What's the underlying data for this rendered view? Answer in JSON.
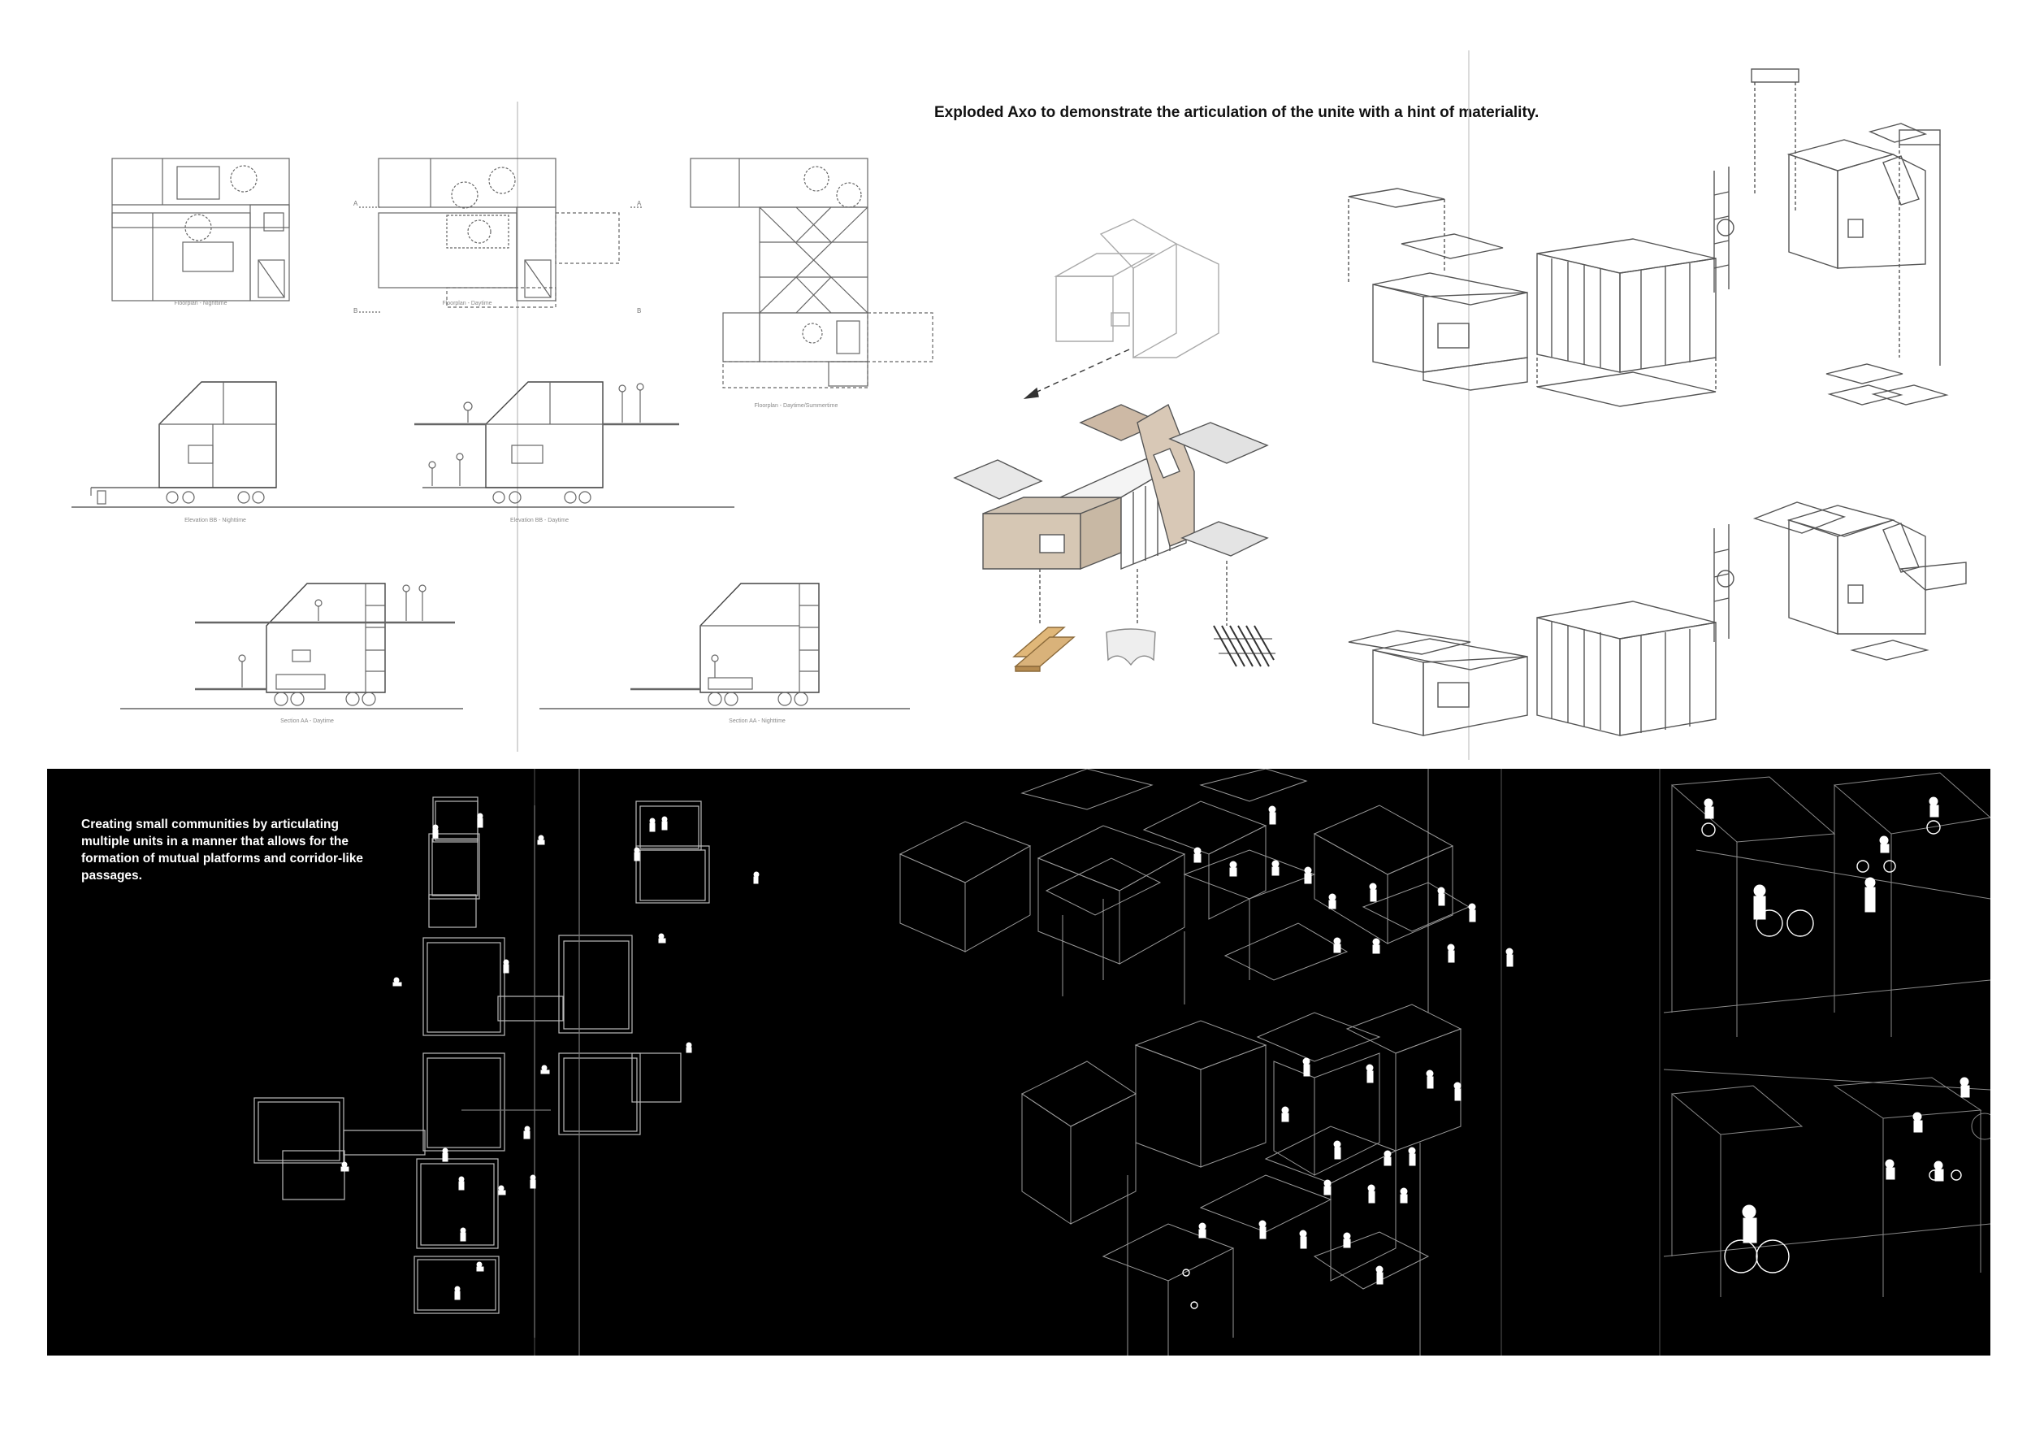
{
  "drawings": {
    "plan_labels": [
      "Floorplan - Nighttime",
      "Floorplan - Daytime",
      "Floorplan - Daytime/Summertime"
    ],
    "elevation_labels": [
      "Elevation BB - Nighttime",
      "Elevation BB - Daytime"
    ],
    "section_labels": [
      "Section AA - Daytime",
      "Section AA - Nighttime"
    ],
    "section_marks": [
      "A",
      "A",
      "B",
      "B"
    ]
  },
  "axo": {
    "title": "Exploded Axo to demonstrate the articulation of the unite with a hint of materiality.",
    "materials": [
      "wood-planks-icon",
      "fabric-icon",
      "slat-panel-icon"
    ],
    "colors": {
      "timber": "#d6c7b4",
      "timber_roof": "#cdb9a5",
      "wood": "#d9b27a",
      "line": "#555555"
    }
  },
  "community": {
    "text": "Creating small communities by articulating multiple units in a manner that allows for the formation of mutual platforms and corridor-like passages.",
    "colors": {
      "background": "#000000",
      "lines": "#bbbbbb",
      "figures": "#ffffff"
    }
  }
}
